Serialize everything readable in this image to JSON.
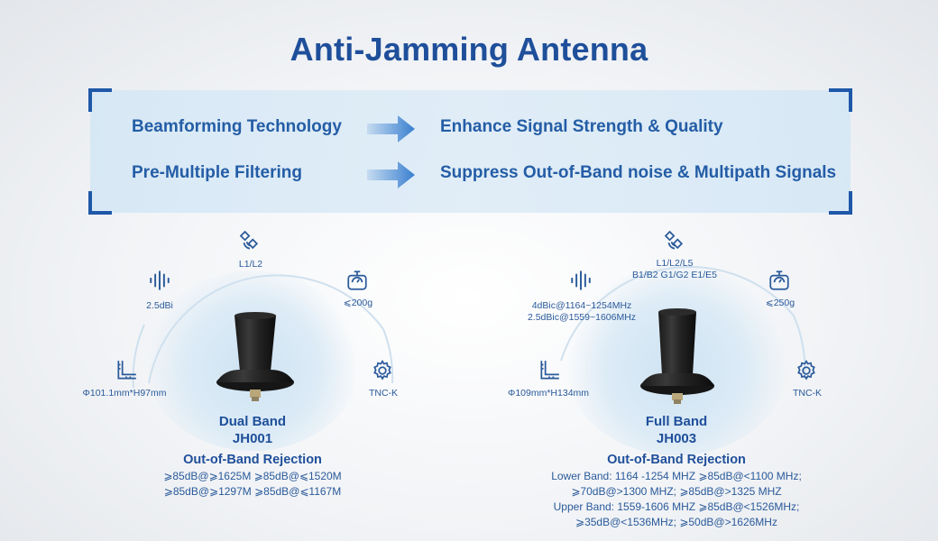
{
  "title": "Anti-Jamming Antenna",
  "banner": {
    "rows": [
      {
        "feature": "Beamforming Technology",
        "benefit": "Enhance Signal Strength & Quality"
      },
      {
        "feature": "Pre-Multiple Filtering",
        "benefit": "Suppress Out-of-Band noise & Multipath Signals"
      }
    ]
  },
  "products": [
    {
      "band": "Dual Band",
      "model": "JH001",
      "specs": {
        "frequency": "L1/L2",
        "gain": "2.5dBi",
        "weight": "⩽200g",
        "size": "Φ101.1mm*H97mm",
        "connector": "TNC-K"
      },
      "rejection_title": "Out-of-Band Rejection",
      "rejection_lines": [
        "⩾85dB@⩾1625M  ⩾85dB@⩽1520M",
        "⩾85dB@⩾1297M  ⩾85dB@⩽1167M"
      ]
    },
    {
      "band": "Full Band",
      "model": "JH003",
      "specs": {
        "frequency_line1": "L1/L2/L5",
        "frequency_line2": "B1/B2 G1/G2 E1/E5",
        "gain_line1": "4dBic@1164~1254MHz",
        "gain_line2": "2.5dBic@1559~1606MHz",
        "weight": "⩽250g",
        "size": "Φ109mm*H134mm",
        "connector": "TNC-K"
      },
      "rejection_title": "Out-of-Band Rejection",
      "rejection_lines": [
        "Lower Band: 1164 -1254 MHZ  ⩾85dB@<1100 MHz;",
        "⩾70dB@>1300 MHZ;  ⩾85dB@>1325 MHZ",
        "Upper Band: 1559-1606 MHZ  ⩾85dB@<1526MHz;",
        "⩾35dB@<1536MHz;  ⩾50dB@>1626MHz"
      ]
    }
  ],
  "colors": {
    "title": "#1f4f9a",
    "accent": "#1e58a8",
    "arrow": "#3a7fd0",
    "icon": "#2a5a9a"
  },
  "icons": {
    "frequency": "satellite-icon",
    "gain": "signal-bars-icon",
    "weight": "scale-icon",
    "size": "ruler-icon",
    "connector": "gear-icon"
  }
}
